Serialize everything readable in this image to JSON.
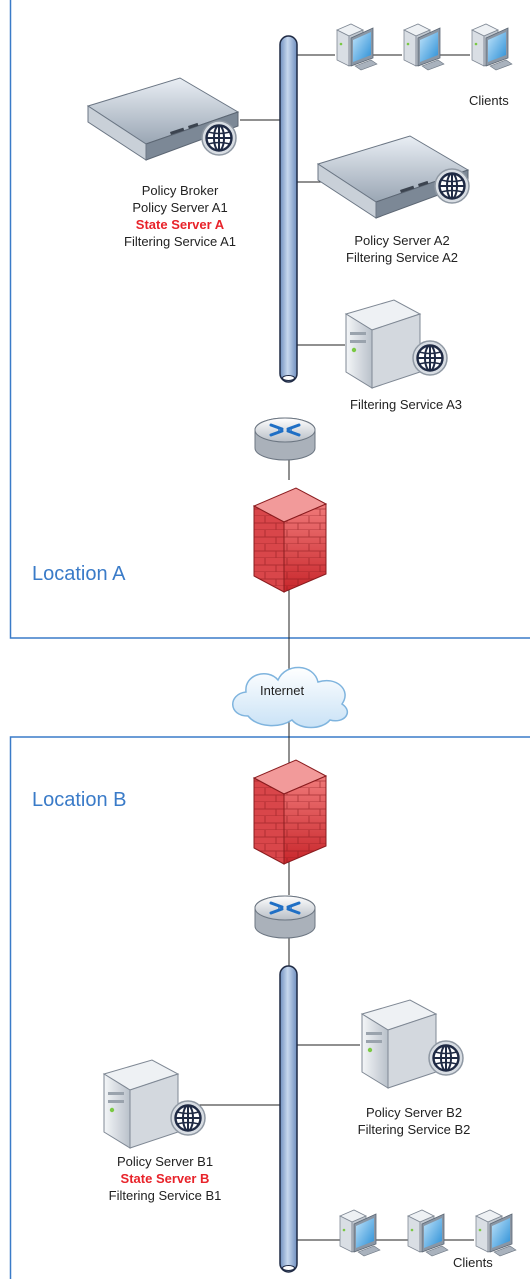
{
  "locations": {
    "a": {
      "title": "Location A"
    },
    "b": {
      "title": "Location B"
    }
  },
  "cloud": {
    "label": "Internet"
  },
  "clients_a": {
    "label": "Clients"
  },
  "clients_b": {
    "label": "Clients"
  },
  "server_a1": {
    "lines": [
      "Policy Broker",
      "Policy Server A1",
      "State Server A",
      "Filtering Service A1"
    ]
  },
  "server_a2": {
    "lines": [
      "Policy Server A2",
      "Filtering Service A2"
    ]
  },
  "server_a3": {
    "lines": [
      "Filtering Service A3"
    ]
  },
  "server_b1": {
    "lines": [
      "Policy Server B1",
      "State Server B",
      "Filtering Service B1"
    ]
  },
  "server_b2": {
    "lines": [
      "Policy Server B2",
      "Filtering Service B2"
    ]
  },
  "colors": {
    "location_border": "#3a7bc8",
    "highlight": "#e8232a",
    "bus": "#9bb5d6"
  }
}
